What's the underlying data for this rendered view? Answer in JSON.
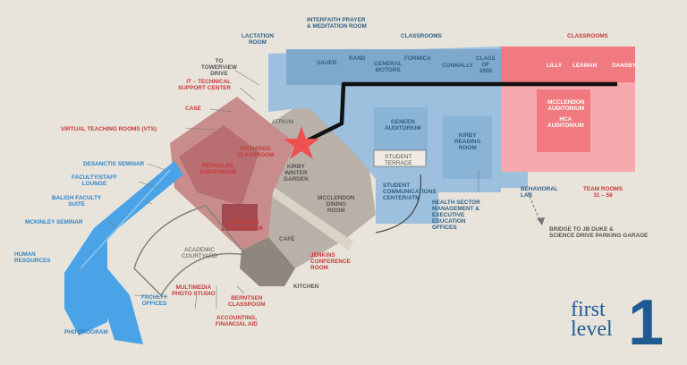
{
  "colors": {
    "background": "#e8e4dc",
    "blue_building": "#9cc0dd",
    "light_blue_wing": "#4aa3e6",
    "red_wing": "#f07a80",
    "rust_wing": "#c98c8c",
    "grey_building": "#b9b1a8",
    "route": "#111111",
    "star": "#f05050"
  },
  "labels": {
    "interfaith": [
      "INTERFAITH PRAYER",
      "& MEDITATION ROOM"
    ],
    "lactation": [
      "LACTATION",
      "ROOM"
    ],
    "classrooms_top": "CLASSROOMS",
    "classrooms_red": "CLASSROOMS",
    "to_tower": [
      "TO",
      "TOWERVIEW",
      "DRIVE"
    ],
    "sauer": "SAUER",
    "rand": "RAND",
    "general_motors": [
      "GENERAL",
      "MOTORS"
    ],
    "formica": "FORMICA",
    "connally": "CONNALLY",
    "class2008": [
      "CLASS",
      "OF",
      "2008"
    ],
    "lilly": "LILLY",
    "leaman": "LEAMAN",
    "dansby": "DANSBY",
    "it_support": [
      "IT – TECHNICAL",
      "SUPPORT CENTER"
    ],
    "case": "CASE",
    "atrium": "ATRIUM",
    "geneen": [
      "GENEEN",
      "AUDITORIUM"
    ],
    "mcclendon_aud": [
      "MCCLENDON",
      "AUDITORIUM"
    ],
    "hca_aud": [
      "HCA",
      "AUDITORIUM"
    ],
    "vts": "VIRTUAL TEACHING ROOMS (VTS)",
    "richards": [
      "RICHARDS",
      "CLASSROOM"
    ],
    "kirby_reading": [
      "KIRBY",
      "READING",
      "ROOM"
    ],
    "desanctis": "DESANCTIS SEMINAR",
    "reynolds": [
      "REYNOLDS",
      "AUDITORIUM"
    ],
    "kirby_winter": [
      "KIRBY",
      "WINTER",
      "GARDEN"
    ],
    "student_terrace": [
      "STUDENT",
      "TERRACE"
    ],
    "faculty_lounge": [
      "FACULTY/STAFF",
      "LOUNGE"
    ],
    "student_comm": [
      "STUDENT",
      "COMMUNICATIONS",
      "CENTER/ATM"
    ],
    "behavioral_lab": [
      "BEHAVIORAL",
      "LAB"
    ],
    "team_rooms": [
      "TEAM ROOMS",
      "31 – 58"
    ],
    "baligh": [
      "BALIGH FACULTY",
      "SUITE"
    ],
    "mcclendon_dining": [
      "MCCLENDON",
      "DINING",
      "ROOM"
    ],
    "health_sector": [
      "HEALTH SECTOR",
      "MANAGEMENT &",
      "EXECUTIVE",
      "EDUCATION",
      "OFFICES"
    ],
    "mckinley": "MCKINLEY SEMINAR",
    "richards_classroom2": [
      "RICHARDS",
      "CLASSROOM"
    ],
    "cafe": "CAFÉ",
    "bridge": [
      "BRIDGE TO JB DUKE &",
      "SCIENCE DRIVE PARKING GARAGE"
    ],
    "academic_courtyard": [
      "ACADEMIC",
      "COURTYARD"
    ],
    "jenkins": [
      "JENKINS",
      "CONFERENCE",
      "ROOM"
    ],
    "human_resources": [
      "HUMAN",
      "RESOURCES"
    ],
    "multimedia": [
      "MULTIMEDIA",
      "PHOTO STUDIO"
    ],
    "kitchen": "KITCHEN",
    "faculty_offices": [
      "FACULTY",
      "OFFICES"
    ],
    "berntsen": [
      "BERNTSEN",
      "CLASSROOM"
    ],
    "phd": "PHD PROGRAM",
    "accounting": [
      "ACCOUNTING,",
      "FINANCIAL AID"
    ]
  },
  "level": {
    "word1": "first",
    "word2": "level",
    "number": "1"
  }
}
